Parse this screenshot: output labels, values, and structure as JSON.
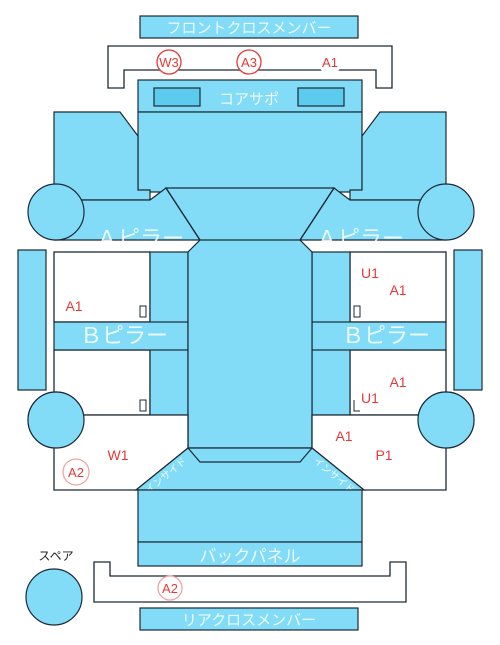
{
  "labels": {
    "front_cross_member": "フロントクロスメンバー",
    "core_support": "コアサポ",
    "a_pillar_left": "Ａピラー",
    "a_pillar_right": "Ａピラー",
    "b_pillar_left": "Ｂピラー",
    "b_pillar_right": "Ｂピラー",
    "back_panel": "バックパネル",
    "rear_cross_member": "リアクロスメンバー",
    "spare": "スペア",
    "inside_left": "インサイド",
    "inside_right": "インサイド"
  },
  "codes": {
    "front_w3": "W3",
    "front_a3": "A3",
    "front_a1": "A1",
    "left_a1": "A1",
    "left_w1": "W1",
    "left_a2": "A2",
    "right_u1_top": "U1",
    "right_a1_top": "A1",
    "right_a1_mid": "A1",
    "right_u1_mid": "U1",
    "right_a1_low": "A1",
    "right_p1": "P1",
    "rear_a2": "A2"
  },
  "colors": {
    "panel": "#82dcf7",
    "panel_dark": "#5ccbee",
    "line": "#1c2a36",
    "code_red": "#e23a3a"
  }
}
